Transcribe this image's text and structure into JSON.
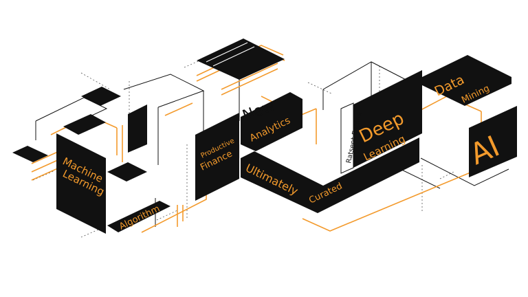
{
  "labels": {
    "machine": "Machine",
    "learning": "Learning",
    "algorithm": "Algorithm",
    "productive": "Productive",
    "finance": "Finance",
    "new": "New",
    "analytics": "Analytics",
    "ultimately": "Ultimately",
    "curated": "Curated",
    "ratsent_engine": "Ratsent Engine",
    "deep": "Deep",
    "deep_learning": "Learning",
    "data": "Data",
    "mining": "Mining",
    "ai": "AI"
  },
  "colors": {
    "accent": "#f39a2c",
    "block": "#111111",
    "background": "#ffffff"
  }
}
